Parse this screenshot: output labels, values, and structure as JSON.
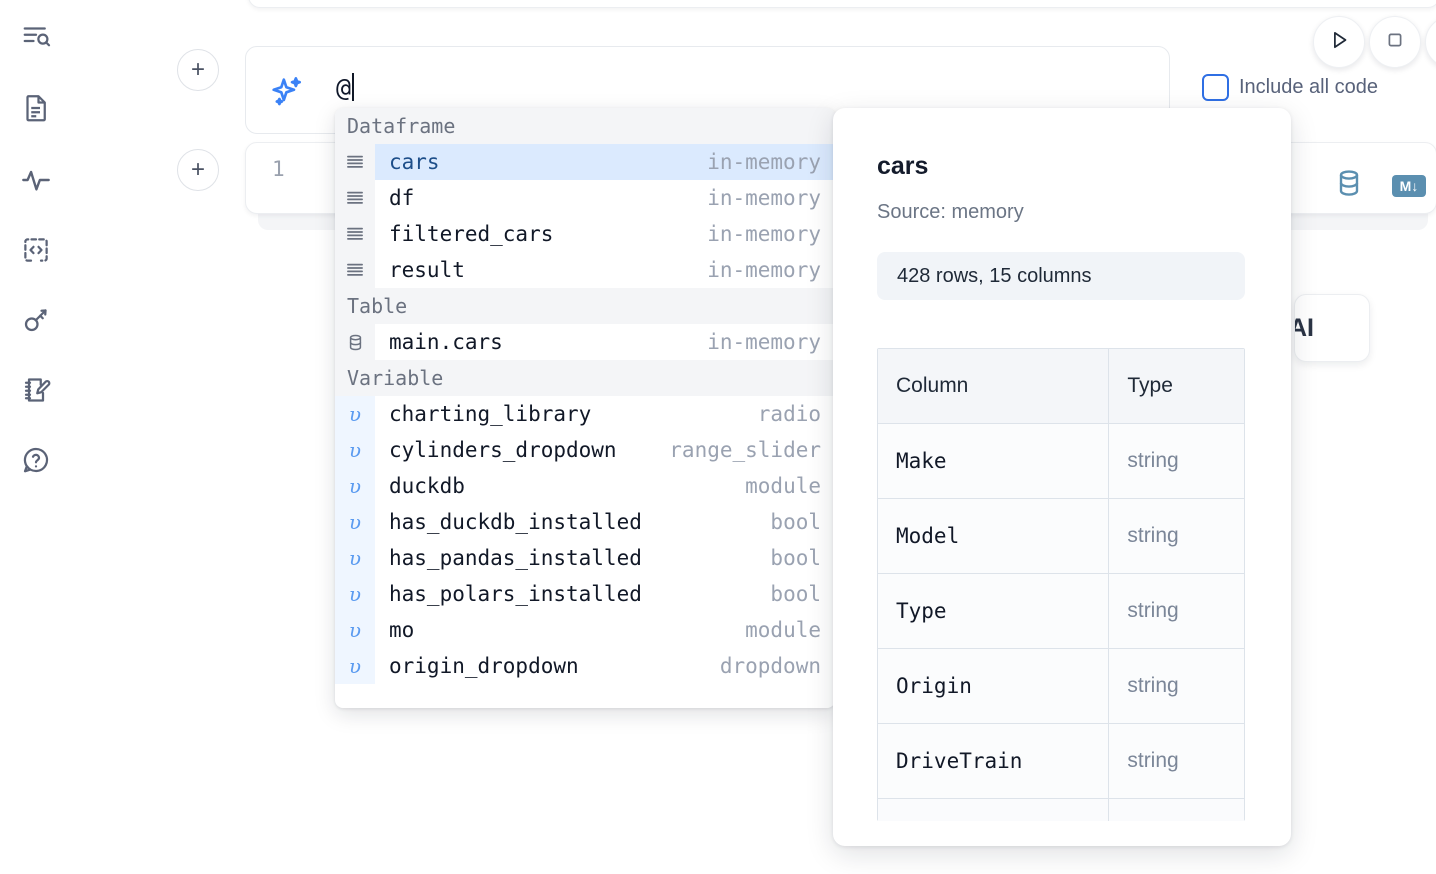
{
  "sidebar": {
    "items": [
      {
        "icon": "outline-search-icon",
        "name": "sidebar-item-outline"
      },
      {
        "icon": "file-text-icon",
        "name": "sidebar-item-files"
      },
      {
        "icon": "activity-pulse-icon",
        "name": "sidebar-item-activity"
      },
      {
        "icon": "code-snippet-icon",
        "name": "sidebar-item-snippets"
      },
      {
        "icon": "key-icon",
        "name": "sidebar-item-secrets"
      },
      {
        "icon": "notebook-edit-icon",
        "name": "sidebar-item-scratchpad"
      },
      {
        "icon": "help-question-icon",
        "name": "sidebar-item-help"
      }
    ]
  },
  "toolbar": {
    "run_label": "run-cell",
    "stop_label": "stop-cell",
    "more_label": "more-actions"
  },
  "ai_cell": {
    "icon": "sparkles-icon",
    "input_value": "@",
    "placeholder": ""
  },
  "include_all_code": {
    "label": "Include all code",
    "checked": false
  },
  "code_cell": {
    "line_number": "1",
    "database_icon": "database-icon",
    "markdown_badge": "M↓"
  },
  "ai_chip": {
    "label": "AI"
  },
  "autocomplete": {
    "groups": [
      {
        "label": "Dataframe",
        "items": [
          {
            "icon": "dataframe-icon",
            "name": "cars",
            "type": "in-memory",
            "selected": true
          },
          {
            "icon": "dataframe-icon",
            "name": "df",
            "type": "in-memory",
            "selected": false
          },
          {
            "icon": "dataframe-icon",
            "name": "filtered_cars",
            "type": "in-memory",
            "selected": false
          },
          {
            "icon": "dataframe-icon",
            "name": "result",
            "type": "in-memory",
            "selected": false
          }
        ]
      },
      {
        "label": "Table",
        "items": [
          {
            "icon": "database-icon",
            "name": "main.cars",
            "type": "in-memory",
            "selected": false
          }
        ]
      },
      {
        "label": "Variable",
        "items": [
          {
            "icon": "variable-icon",
            "name": "charting_library",
            "type": "radio",
            "selected": false
          },
          {
            "icon": "variable-icon",
            "name": "cylinders_dropdown",
            "type": "range_slider",
            "selected": false
          },
          {
            "icon": "variable-icon",
            "name": "duckdb",
            "type": "module",
            "selected": false
          },
          {
            "icon": "variable-icon",
            "name": "has_duckdb_installed",
            "type": "bool",
            "selected": false
          },
          {
            "icon": "variable-icon",
            "name": "has_pandas_installed",
            "type": "bool",
            "selected": false
          },
          {
            "icon": "variable-icon",
            "name": "has_polars_installed",
            "type": "bool",
            "selected": false
          },
          {
            "icon": "variable-icon",
            "name": "mo",
            "type": "module",
            "selected": false
          },
          {
            "icon": "variable-icon",
            "name": "origin_dropdown",
            "type": "dropdown",
            "selected": false
          }
        ]
      }
    ]
  },
  "preview": {
    "title": "cars",
    "source": "Source: memory",
    "summary": "428 rows, 15 columns",
    "table": {
      "headers": [
        "Column",
        "Type"
      ],
      "rows": [
        [
          "Make",
          "string"
        ],
        [
          "Model",
          "string"
        ],
        [
          "Type",
          "string"
        ],
        [
          "Origin",
          "string"
        ],
        [
          "DriveTrain",
          "string"
        ]
      ]
    }
  },
  "colors": {
    "accent_blue": "#2f6fe4",
    "selection_blue": "#dbeafe",
    "icon_slate": "#5b6377",
    "muted_text": "#9aa2b1",
    "db_icon": "#5b8fb0"
  }
}
